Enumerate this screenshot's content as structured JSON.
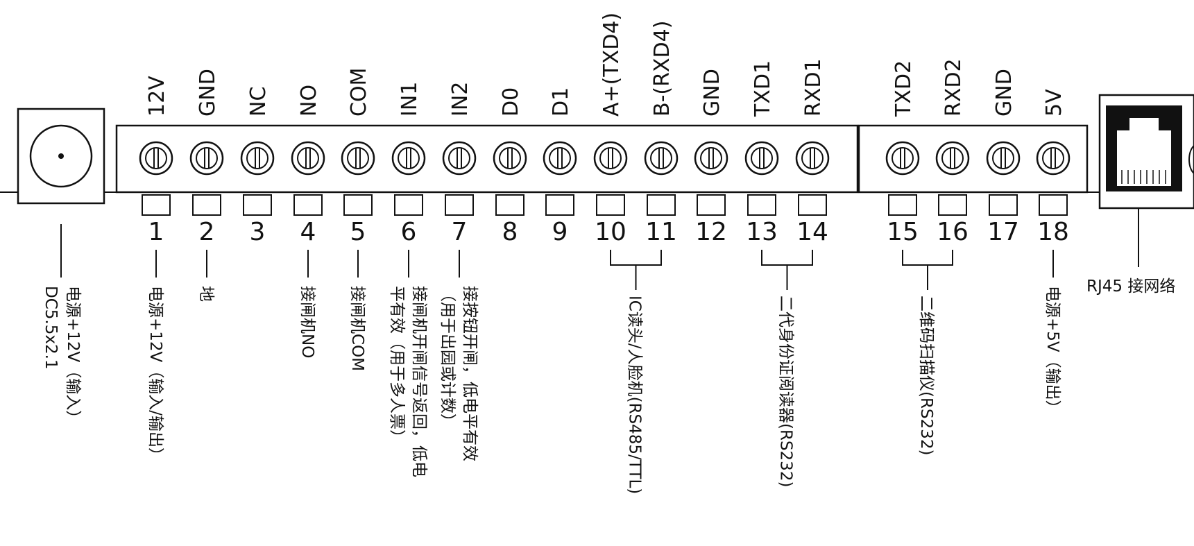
{
  "terminals": [
    {
      "pin": "12V",
      "number": "1",
      "description": [
        "电源+12V（输入/输出）"
      ]
    },
    {
      "pin": "GND",
      "number": "2",
      "description": [
        "地"
      ]
    },
    {
      "pin": "NC",
      "number": "3",
      "description": []
    },
    {
      "pin": "NO",
      "number": "4",
      "description": [
        "接闸机NO"
      ]
    },
    {
      "pin": "COM",
      "number": "5",
      "description": [
        "接闸机COM"
      ]
    },
    {
      "pin": "IN1",
      "number": "6",
      "description": [
        "接闸机开闸信号返回，低电",
        "平有效（用于多人票）"
      ]
    },
    {
      "pin": "IN2",
      "number": "7",
      "description": [
        "接按钮开闸，低电平有效",
        "（用于出园或计数）"
      ]
    },
    {
      "pin": "D0",
      "number": "8",
      "description": []
    },
    {
      "pin": "D1",
      "number": "9",
      "description": []
    },
    {
      "pin": "A+(TXD4)",
      "number": "10",
      "description": []
    },
    {
      "pin": "B-(RXD4)",
      "number": "11",
      "description": []
    },
    {
      "pin": "GND",
      "number": "12",
      "description": []
    },
    {
      "pin": "TXD1",
      "number": "13",
      "description": []
    },
    {
      "pin": "RXD1",
      "number": "14",
      "description": []
    },
    {
      "pin": "TXD2",
      "number": "15",
      "description": []
    },
    {
      "pin": "RXD2",
      "number": "16",
      "description": []
    },
    {
      "pin": "GND",
      "number": "17",
      "description": []
    },
    {
      "pin": "5V",
      "number": "18",
      "description": [
        "电源+5V（输出）"
      ]
    }
  ],
  "groups": [
    {
      "pins": [
        "10",
        "11"
      ],
      "description": "IC读头/人脸机(RS485/TTL)"
    },
    {
      "pins": [
        "13",
        "14"
      ],
      "description": "二代身份证阅读器(RS232)"
    },
    {
      "pins": [
        "15",
        "16"
      ],
      "description": "二维码扫描仪(RS232)"
    }
  ],
  "power_jack": {
    "description": [
      "电源+12V（输入）",
      "DC5.5x2.1"
    ]
  },
  "rj45": {
    "label": "RJ45 接网络"
  }
}
